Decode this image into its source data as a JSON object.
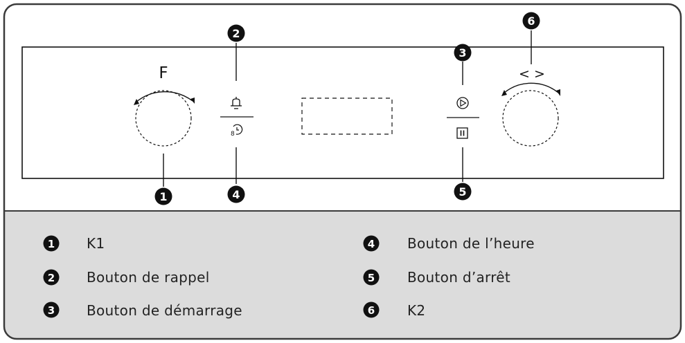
{
  "knob_left": {
    "label": "F"
  },
  "knob_right": {
    "label": "< >"
  },
  "callouts": [
    {
      "number": "1"
    },
    {
      "number": "2"
    },
    {
      "number": "3"
    },
    {
      "number": "4"
    },
    {
      "number": "5"
    },
    {
      "number": "6"
    }
  ],
  "legend": [
    {
      "number": "1",
      "text": "K1"
    },
    {
      "number": "2",
      "text": "Bouton de rappel"
    },
    {
      "number": "3",
      "text": "Bouton de démarrage"
    },
    {
      "number": "4",
      "text": "Bouton de l’heure"
    },
    {
      "number": "5",
      "text": "Bouton d’arrêt"
    },
    {
      "number": "6",
      "text": "K2"
    }
  ],
  "colors": {
    "legend_bg": "#dcdcdc",
    "border": "#3a3a3a",
    "badge": "#111111"
  },
  "icons": [
    "bell-icon",
    "clock-icon",
    "play-icon",
    "pause-icon"
  ]
}
